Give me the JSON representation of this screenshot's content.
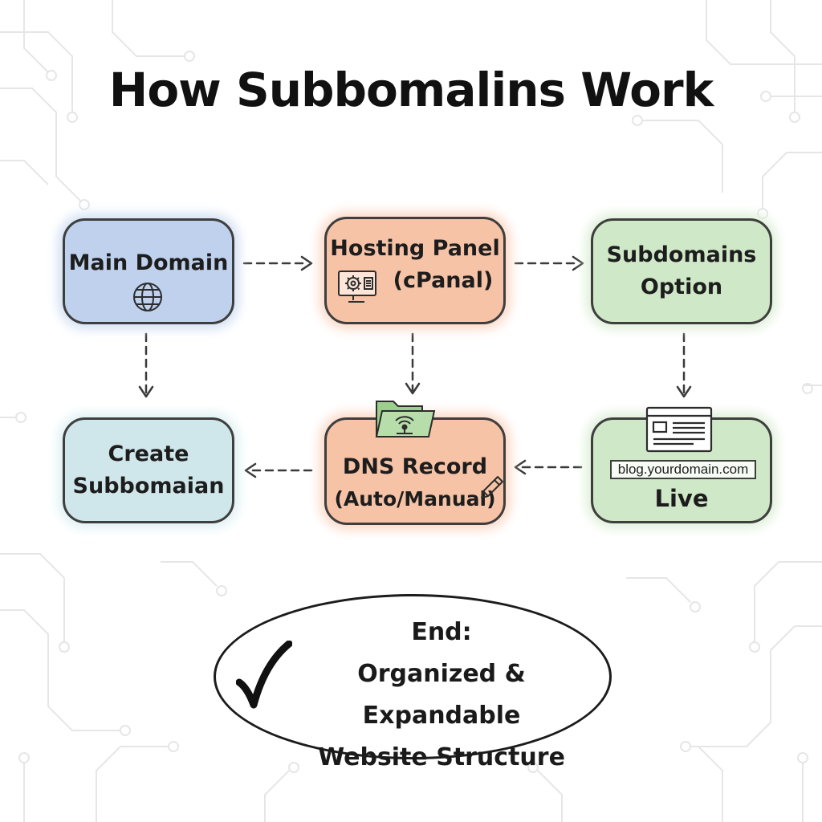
{
  "title": "How Subbomalins Work",
  "nodes": {
    "main_domain": "Main Domain",
    "hosting_panel": [
      "Hosting Panel",
      "(cPanal)"
    ],
    "subdomains_option": [
      "Subdomains",
      "Option"
    ],
    "create": [
      "Create",
      "Subbomaian"
    ],
    "dns_record": [
      "DNS Record",
      "(Auto/Manual)"
    ],
    "live": "Live",
    "live_url": "blog.yourdomain.com"
  },
  "end": [
    "End:",
    "Organized & Expandable",
    "Website Structure"
  ],
  "icons": [
    "globe-icon",
    "cpanel-monitor-icon",
    "folder-wifi-icon",
    "pencil-icon",
    "browser-window-icon",
    "checkmark-icon"
  ],
  "colors": {
    "blue": "#bfd1ec",
    "orange": "#f7c3a7",
    "green": "#cfe8c7",
    "teal": "#cfe6ea"
  }
}
